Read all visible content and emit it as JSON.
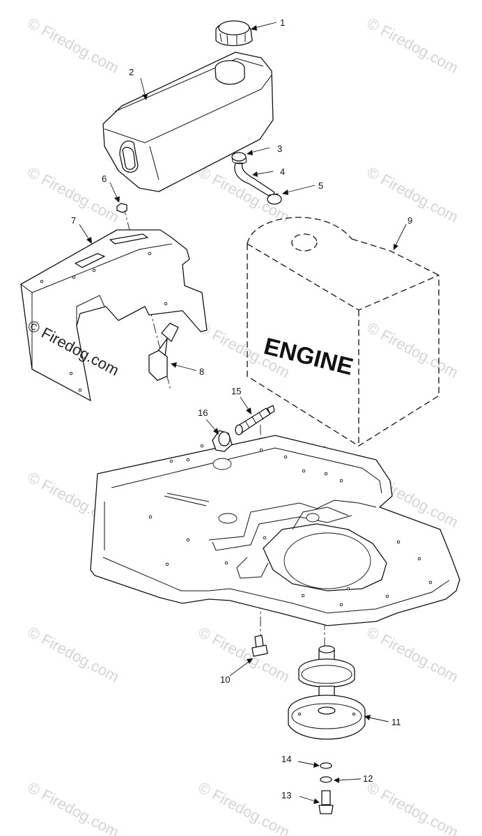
{
  "watermark": "© Firedog.com",
  "engine_label": "ENGINE",
  "callouts": [
    "1",
    "2",
    "3",
    "4",
    "5",
    "6",
    "7",
    "8",
    "9",
    "10",
    "11",
    "12",
    "13",
    "14",
    "15",
    "16"
  ]
}
